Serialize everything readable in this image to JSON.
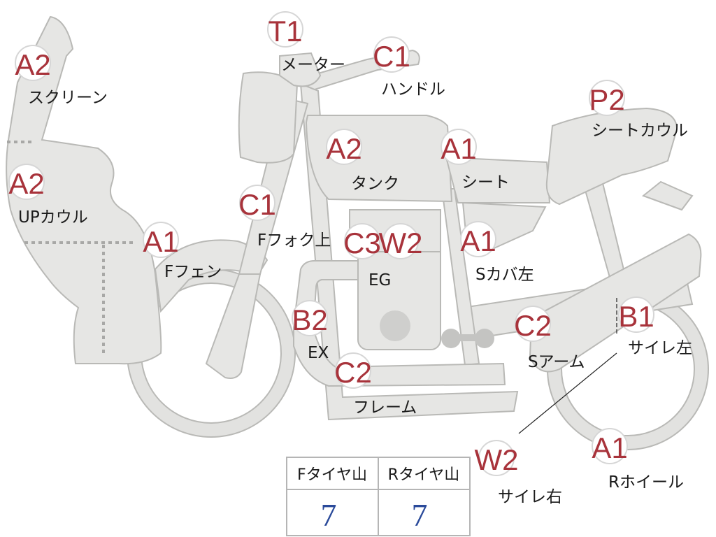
{
  "parts": [
    {
      "id": "screen",
      "code": "A2",
      "label": "スクリーン"
    },
    {
      "id": "upcowl",
      "code": "A2",
      "label": "UPカウル"
    },
    {
      "id": "ffender",
      "code": "A1",
      "label": "Fフェン"
    },
    {
      "id": "ffork",
      "code": "C1",
      "label": "Fフォク上"
    },
    {
      "id": "meter",
      "code": "T1",
      "label": "メーター"
    },
    {
      "id": "handle",
      "code": "C1",
      "label": "ハンドル"
    },
    {
      "id": "tank",
      "code": "A2",
      "label": "タンク"
    },
    {
      "id": "seat",
      "code": "A1",
      "label": "シート"
    },
    {
      "id": "seatcowl",
      "code": "P2",
      "label": "シートカウル"
    },
    {
      "id": "eg",
      "code1": "C3",
      "code2": "W2",
      "label": "EG"
    },
    {
      "id": "scover",
      "code": "A1",
      "label": "Sカバ左"
    },
    {
      "id": "ex",
      "code": "B2",
      "label": "EX"
    },
    {
      "id": "frame",
      "code": "C2",
      "label": "フレーム"
    },
    {
      "id": "sarm",
      "code": "C2",
      "label": "Sアーム"
    },
    {
      "id": "sileft",
      "code": "B1",
      "label": "サイレ左"
    },
    {
      "id": "siright",
      "code": "W2",
      "label": "サイレ右"
    },
    {
      "id": "rwheel",
      "code": "A1",
      "label": "Rホイール"
    }
  ],
  "tire_table": {
    "headers": [
      "Fタイヤ山",
      "Rタイヤ山"
    ],
    "values": [
      "7",
      "7"
    ]
  },
  "colors": {
    "code_text": "#a8333b",
    "table_value": "#2a4a9a",
    "part_fill": "#e6e6e4"
  }
}
